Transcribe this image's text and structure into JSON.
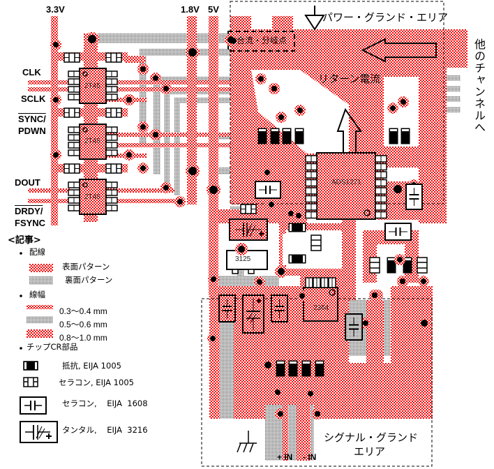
{
  "supply_labels": {
    "v33": "3.3V",
    "v18": "1.8V",
    "v5": "5V"
  },
  "signal_labels": {
    "clk": "CLK",
    "sclk": "SCLK",
    "sync_pdwn_line1": "SYNC/",
    "sync_pdwn_line2": "PDWN",
    "dout": "DOUT",
    "drdy_fsync_line1": "DRDY/",
    "drdy_fsync_line2": "FSYNC"
  },
  "chips": {
    "buffer1": "2T45",
    "buffer2": "2T45",
    "buffer3": "2T45",
    "adc": "ADS1271",
    "regulator": "3125",
    "opamp": "2364"
  },
  "areas": {
    "power_ground": "パワー・グランド・エリア",
    "junction": "合流・分岐点",
    "return_current": "リターン電流",
    "to_other_channels": "他のチャンネルへ",
    "signal_ground_line1": "シグナル・グランド",
    "signal_ground_line2": "エリア"
  },
  "inputs": {
    "pos": "+ IN",
    "neg": "- IN"
  },
  "legend": {
    "title": "<記事>",
    "wiring": {
      "heading": "配線",
      "items": [
        {
          "label": "表面パターン",
          "pattern": "top-copper"
        },
        {
          "label": "裏面パターン",
          "pattern": "bottom-copper"
        }
      ]
    },
    "line_width": {
      "heading": "線幅",
      "items": [
        {
          "label": "0.3〜0.4 mm",
          "pattern": "top-copper-thin"
        },
        {
          "label": "0.5〜0.6 mm",
          "pattern": "bottom-copper"
        },
        {
          "label": "0.8〜1.0 mm",
          "pattern": "top-copper"
        }
      ]
    },
    "chip_parts": {
      "heading": "チップCR部品",
      "items": [
        {
          "label": "抵抗, EIJA  1005",
          "symbol": "resistor-icon"
        },
        {
          "label": "セラコン, EIJA  1005",
          "symbol": "ceramic-cap-small-icon"
        },
        {
          "label": "セラコン,    EIJA  1608",
          "symbol": "ceramic-cap-icon"
        },
        {
          "label": "タンタル,    EIJA  3216",
          "symbol": "tantalum-cap-icon"
        }
      ]
    }
  },
  "colors": {
    "top_copper": "#ff0000",
    "bottom_copper": "#444444",
    "outline": "#000000"
  }
}
